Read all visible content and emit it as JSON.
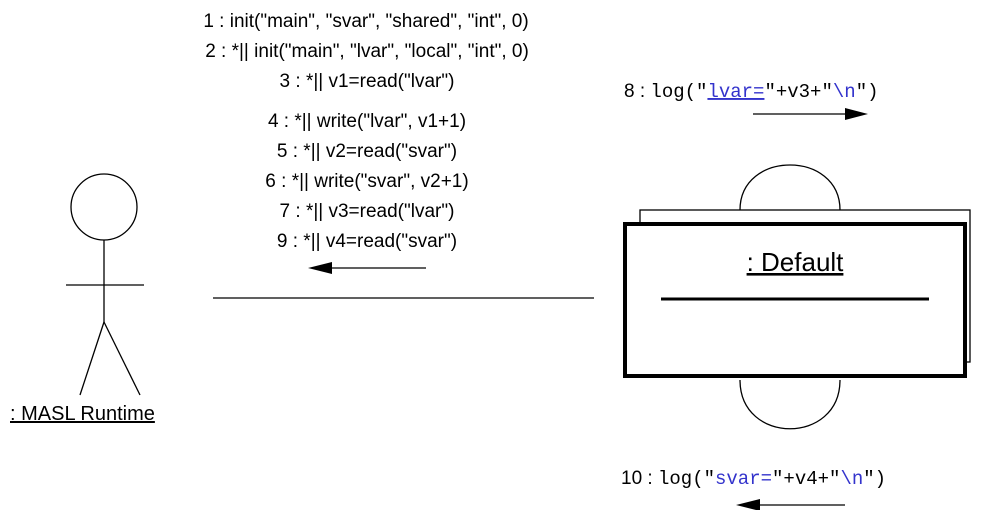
{
  "actor": {
    "label": ": MASL Runtime"
  },
  "object": {
    "label": ":  Default"
  },
  "messages_to_actor": [
    "1 : init(\"main\", \"svar\", \"shared\", \"int\", 0)",
    "2 : *|| init(\"main\", \"lvar\", \"local\", \"int\", 0)",
    "3 : *|| v1=read(\"lvar\")",
    "4 : *|| write(\"lvar\", v1+1)",
    "5 : *|| v2=read(\"svar\")",
    "6 : *|| write(\"svar\", v2+1)",
    "7 : *|| v3=read(\"lvar\")",
    "9 : *|| v4=read(\"svar\")"
  ],
  "self_messages": {
    "top": {
      "number": "8",
      "sep": " : ",
      "call": "log(",
      "q1": "\"",
      "literal": "lvar=",
      "concat": "\"+v3+\"",
      "escape": "\\n",
      "end": "\")"
    },
    "bottom": {
      "number": "10",
      "sep": " : ",
      "call": "log(",
      "q1": "\"",
      "literal": "svar=",
      "concat": "\"+v4+\"",
      "escape": "\\n",
      "end": "\")"
    }
  },
  "colors": {
    "text": "#000000",
    "string_literal": "#3333cc",
    "line": "#000000",
    "background": "#ffffff"
  }
}
